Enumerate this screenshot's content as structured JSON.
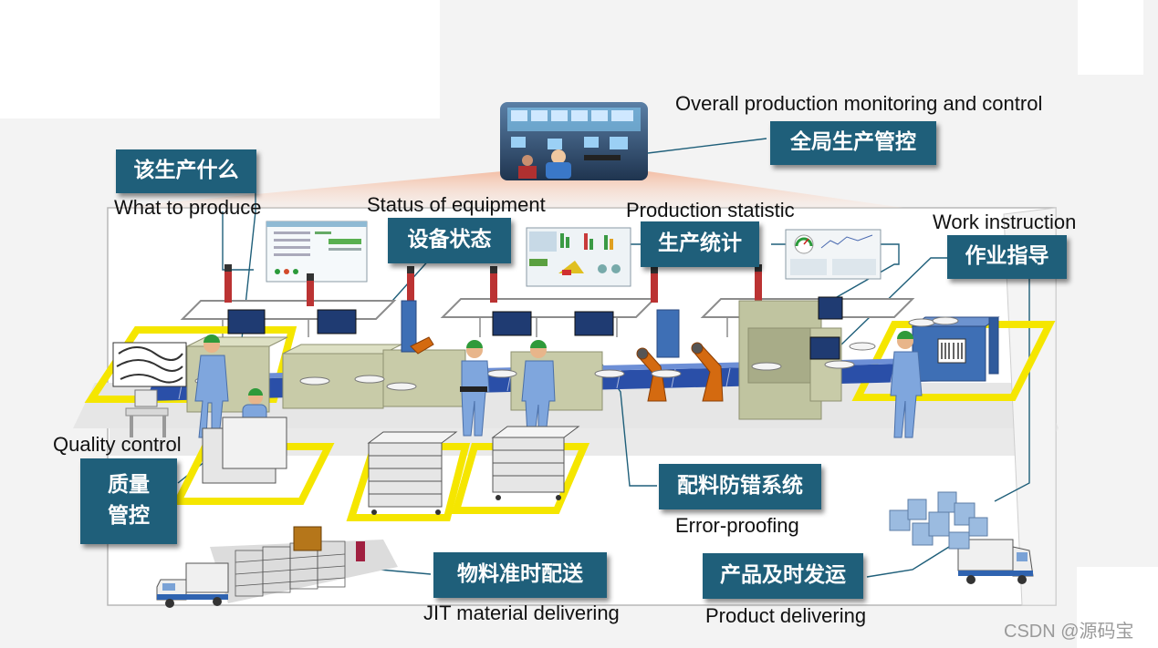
{
  "labels": {
    "overall_zh": "全局生产管控",
    "overall_en": "Overall production monitoring and control",
    "what_zh": "该生产什么",
    "what_en": "What to produce",
    "equipment_zh": "设备状态",
    "equipment_en": "Status of equipment",
    "statistic_zh": "生产统计",
    "statistic_en": "Production statistic",
    "work_zh": "作业指导",
    "work_en": "Work instruction",
    "quality_zh_1": "质量",
    "quality_zh_2": "管控",
    "quality_en": "Quality control",
    "errorproof_zh": "配料防错系统",
    "errorproof_en": "Error-proofing",
    "jit_zh": "物料准时配送",
    "jit_en": "JIT material delivering",
    "product_zh": "产品及时发运",
    "product_en": "Product delivering"
  },
  "watermark": "CSDN @源码宝",
  "colors": {
    "label_bg": "#1f5f7a",
    "conveyor": "#2a4fa8",
    "machine": "#c8cba8",
    "zone": "#f5e600",
    "worker": "#7fa6dd",
    "helmet": "#2f9a3a",
    "robot": "#d46a10"
  }
}
